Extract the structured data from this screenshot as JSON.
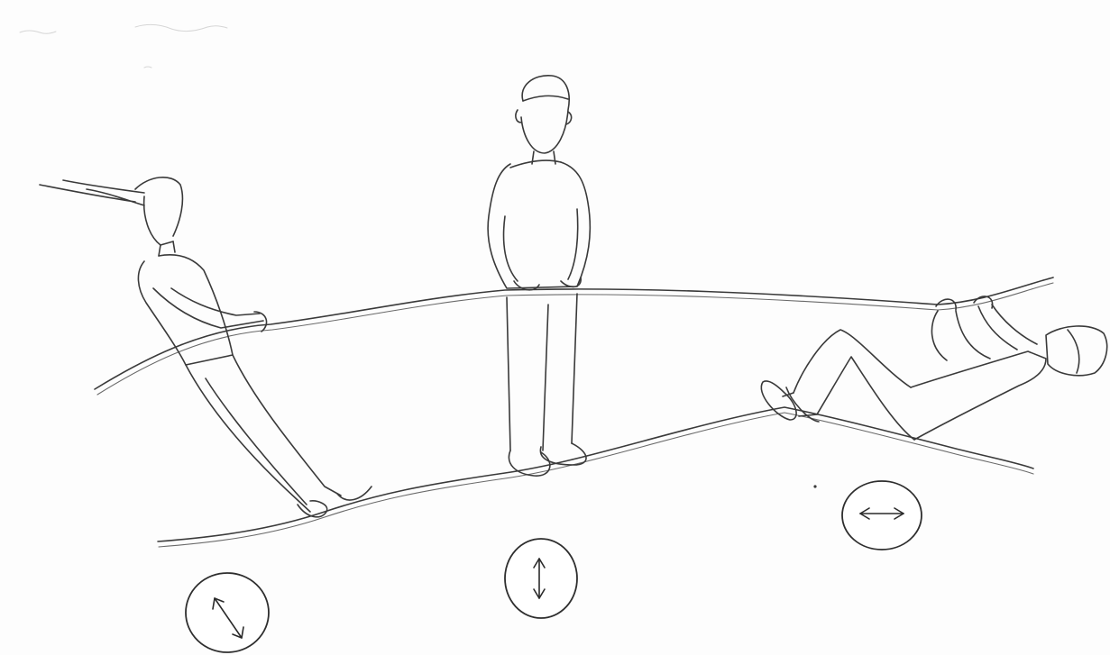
{
  "figures": [
    {
      "id": "leaning-figure",
      "orientation_symbol": "diagonal-double-arrow-icon"
    },
    {
      "id": "standing-figure",
      "orientation_symbol": "vertical-double-arrow-icon"
    },
    {
      "id": "lying-figure",
      "orientation_symbol": "horizontal-double-arrow-icon"
    }
  ],
  "colors": {
    "paper": "#fdfdfd",
    "pencil": "#3a3a3a"
  }
}
